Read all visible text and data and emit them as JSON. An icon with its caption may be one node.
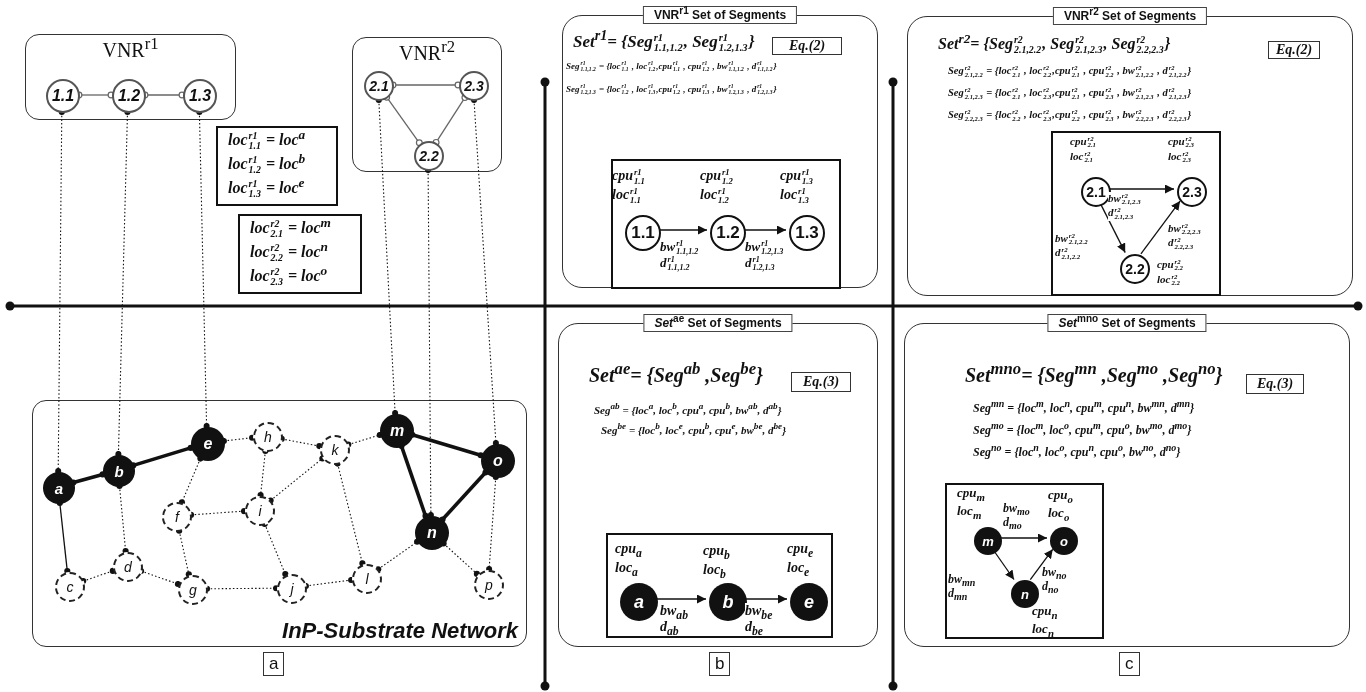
{
  "diagram": {
    "nodes": [
      {
        "text": [
          "VNR$^{r1}$"
        ]
      },
      {
        "text": [
          "1.1"
        ],
        "in": 0
      },
      {
        "text": [
          "1.2"
        ],
        "in": 0
      },
      {
        "text": [
          "1.3"
        ],
        "in": 0
      },
      {
        "text": [
          "VNR$^{r2}$"
        ]
      },
      {
        "text": [
          "2.1"
        ],
        "in": 4
      },
      {
        "text": [
          "2.3"
        ],
        "in": 4
      },
      {
        "text": [
          "2.2"
        ],
        "in": 4
      },
      {
        "text": [
          "loc$^{r1}$$_{1.1}$ = loc$^{a}$",
          "loc$^{r1}$$_{1.2}$ = loc$^{b}$",
          "loc$^{r1}$$_{1.3}$ = loc$^{e}$"
        ]
      },
      {
        "text": [
          "loc$^{r2}$$_{2.1}$ = loc$^{m}$",
          "loc$^{r2}$$_{2.2}$ = loc$^{n}$",
          "loc$^{r2}$$_{2.3}$ = loc$^{o}$"
        ]
      },
      {
        "text": [
          "InP-Substrate Network"
        ]
      },
      {
        "text": [
          "a"
        ],
        "in": 10
      },
      {
        "text": [
          "b"
        ],
        "in": 10
      },
      {
        "text": [
          "c"
        ],
        "in": 10
      },
      {
        "text": [
          "d"
        ],
        "in": 10
      },
      {
        "text": [
          "e"
        ],
        "in": 10
      },
      {
        "text": [
          "f"
        ],
        "in": 10
      },
      {
        "text": [
          "g"
        ],
        "in": 10
      },
      {
        "text": [
          "h"
        ],
        "in": 10
      },
      {
        "text": [
          "i"
        ],
        "in": 10
      },
      {
        "text": [
          "j"
        ],
        "in": 10
      },
      {
        "text": [
          "k"
        ],
        "in": 10
      },
      {
        "text": [
          "l"
        ],
        "in": 10
      },
      {
        "text": [
          "m"
        ],
        "in": 10
      },
      {
        "text": [
          "n"
        ],
        "in": 10
      },
      {
        "text": [
          "o"
        ],
        "in": 10
      },
      {
        "text": [
          "p"
        ],
        "in": 10
      },
      {
        "text": [
          "VNR$^{r1}$ Set of Segments",
          "Set$^{r1}$= {Seg$^{r1}$$_{1.1,1.2}$, Seg$^{r1}$$_{1.2,1.3}$}",
          "Seg$^{r1}$$_{1.1,1.2}$ = {loc$^{r1}$$_{1.1}$ , loc$^{r1}$$_{1.2}$,cpu$^{r1}$$_{1.1}$ , cpu$^{r1}$$_{1.2}$ , bw$^{r1}$$_{1.1,1.2}$ , d$^{r1}$$_{1.1,1.2}$}",
          "Seg$^{r1}$$_{1.2,1.3}$ = {loc$^{r1}$$_{1.2}$ , loc$^{r1}$$_{1.3}$,cpu$^{r1}$$_{1.2}$ , cpu$^{r1}$$_{1.3}$ , bw$^{r1}$$_{1.2,1.3}$ , d$^{r1}$$_{1.2,1.3}$}"
        ]
      },
      {
        "text": [
          "Eq.(2)"
        ],
        "in": 27
      },
      {
        "text": [],
        "shape": "box",
        "in": 27
      },
      {
        "text": [
          "1.1"
        ],
        "in": 29,
        "beside": [
          "cpu$^{r1}$$_{1.1}$",
          "loc$^{r1}$$_{1.1}$"
        ]
      },
      {
        "text": [
          "1.2"
        ],
        "in": 29,
        "beside": [
          "cpu$^{r1}$$_{1.2}$",
          "loc$^{r1}$$_{1.2}$"
        ]
      },
      {
        "text": [
          "1.3"
        ],
        "in": 29,
        "beside": [
          "cpu$^{r1}$$_{1.3}$",
          "loc$^{r1}$$_{1.3}$"
        ]
      },
      {
        "text": [
          "VNR$^{r2}$ Set of Segments",
          "Set$^{r2}$= {Seg$^{r2}$$_{2.1,2.2}$, Seg$^{r2}$$_{2.1,2.3}$, Seg$^{r2}$$_{2.2,2.3}$}",
          "Seg$^{r2}$$_{2.1,2.2}$ = {loc$^{r2}$$_{2.1}$ , loc$^{r2}$$_{2.2}$,cpu$^{r2}$$_{2.1}$ , cpu$^{r2}$$_{2.2}$ , bw$^{r2}$$_{2.1,2.2}$ , d$^{r2}$$_{2.1,2.2}$}",
          "Seg$^{r2}$$_{2.1,2.3}$ = {loc$^{r2}$$_{2.1}$ , loc$^{r2}$$_{2.3}$,cpu$^{r2}$$_{2.1}$ , cpu$^{r2}$$_{2.3}$ , bw$^{r2}$$_{2.1,2.3}$ , d$^{r2}$$_{2.1,2.3}$}",
          "Seg$^{r2}$$_{2.2,2.3}$ = {loc$^{r2}$$_{2.2}$ , loc$^{r2}$$_{2.3}$,cpu$^{r2}$$_{2.2}$ , cpu$^{r2}$$_{2.3}$ , bw$^{r2}$$_{2.2,2.3}$ , d$^{r2}$$_{2.2,2.3}$}"
        ]
      },
      {
        "text": [
          "Eq.(2)"
        ],
        "in": 33
      },
      {
        "text": [],
        "shape": "box",
        "in": 33
      },
      {
        "text": [
          "2.1"
        ],
        "in": 35,
        "beside": [
          "cpu$^{r2}$$_{2.1}$",
          "loc$^{r2}$$_{2.1}$"
        ]
      },
      {
        "text": [
          "2.3"
        ],
        "in": 35,
        "beside": [
          "cpu$^{r2}$$_{2.3}$",
          "loc$^{r2}$$_{2.3}$"
        ]
      },
      {
        "text": [
          "2.2"
        ],
        "in": 35,
        "beside": [
          "cpu$^{r2}$$_{2.2}$",
          "loc$^{r2}$$_{2.2}$"
        ]
      },
      {
        "text": [
          "*Set*$^{ae}$ Set of Segments",
          "Set$^{ae}$= {Seg$^{ab}$ ,Seg$^{be}$}",
          "Seg$^{ab}$ = {loc$^{a}$, loc$^{b}$, cpu$^{a}$, cpu$^{b}$, bw$^{ab}$, d$^{ab}$}",
          "Seg$^{be}$ = {loc$^{b}$, loc$^{e}$, cpu$^{b}$, cpu$^{e}$, bw$^{be}$, d$^{be}$}"
        ]
      },
      {
        "text": [
          "Eq.(3)"
        ],
        "in": 39
      },
      {
        "text": [],
        "shape": "box",
        "in": 39
      },
      {
        "text": [
          "a"
        ],
        "in": 41,
        "beside": [
          "cpu$_{a}$",
          "loc$_{a}$"
        ]
      },
      {
        "text": [
          "b"
        ],
        "in": 41,
        "beside": [
          "cpu$_{b}$",
          "loc$_{b}$"
        ]
      },
      {
        "text": [
          "e"
        ],
        "in": 41,
        "beside": [
          "cpu$_{e}$",
          "loc$_{e}$"
        ]
      },
      {
        "text": [
          "*Set*$^{mno}$ Set of Segments",
          "Set$^{mno}$= {Seg$^{mn}$ ,Seg$^{mo}$ ,Seg$^{no}$}",
          "Seg$^{mn}$ = {loc$^{m}$, loc$^{n}$, cpu$^{m}$, cpu$^{n}$, bw$^{mn}$, d$^{mn}$}",
          "Seg$^{mo}$ = {loc$^{m}$, loc$^{o}$, cpu$^{m}$, cpu$^{o}$, bw$^{mo}$, d$^{mo}$}",
          "Seg$^{no}$ = {loc$^{n}$, loc$^{o}$, cpu$^{n}$, cpu$^{o}$, bw$^{no}$, d$^{no}$}"
        ]
      },
      {
        "text": [
          "Eq.(3)"
        ],
        "in": 45
      },
      {
        "text": [],
        "shape": "box",
        "in": 45
      },
      {
        "text": [
          "m"
        ],
        "in": 47,
        "beside": [
          "cpu$_{m}$",
          "loc$_{m}$"
        ]
      },
      {
        "text": [
          "o"
        ],
        "in": 47,
        "beside": [
          "cpu$_{o}$",
          "loc$_{o}$"
        ]
      },
      {
        "text": [
          "n"
        ],
        "in": 47,
        "beside": [
          "cpu$_{n}$",
          "loc$_{n}$"
        ]
      }
    ],
    "edges": [
      {
        "from": 1,
        "to": 2,
        "arrow": "other",
        "color": "#666666"
      },
      {
        "from": 2,
        "to": 3,
        "arrow": "other",
        "color": "#666666"
      },
      {
        "from": 5,
        "to": 6,
        "arrow": "other",
        "color": "#666666"
      },
      {
        "from": 5,
        "to": 7,
        "arrow": "other",
        "color": "#666666"
      },
      {
        "from": 7,
        "to": 6,
        "arrow": "other",
        "color": "#666666"
      },
      {
        "from": 1,
        "to": 11,
        "arrow": "other",
        "style": "dashed"
      },
      {
        "from": 2,
        "to": 12,
        "arrow": "other",
        "style": "dashed"
      },
      {
        "from": 3,
        "to": 15,
        "arrow": "other",
        "style": "dashed"
      },
      {
        "from": 5,
        "to": 23,
        "arrow": "other",
        "style": "dashed"
      },
      {
        "from": 7,
        "to": 24,
        "arrow": "other",
        "style": "dashed"
      },
      {
        "from": 6,
        "to": 25,
        "arrow": "other",
        "style": "dashed"
      },
      {
        "from": 11,
        "to": 12,
        "arrow": "other",
        "style": "thick"
      },
      {
        "from": 12,
        "to": 15,
        "arrow": "other",
        "style": "thick"
      },
      {
        "from": 23,
        "to": 25,
        "arrow": "other",
        "style": "thick"
      },
      {
        "from": 23,
        "to": 24,
        "arrow": "other",
        "style": "thick"
      },
      {
        "from": 24,
        "to": 25,
        "arrow": "other",
        "style": "thick"
      },
      {
        "from": 11,
        "to": 13,
        "arrow": "other"
      },
      {
        "from": 13,
        "to": 14,
        "arrow": "other",
        "style": "dashed"
      },
      {
        "from": 12,
        "to": 14,
        "arrow": "other",
        "style": "dashed"
      },
      {
        "from": 14,
        "to": 17,
        "arrow": "other",
        "style": "dashed"
      },
      {
        "from": 15,
        "to": 16,
        "arrow": "other",
        "style": "dashed"
      },
      {
        "from": 15,
        "to": 18,
        "arrow": "other",
        "style": "dashed"
      },
      {
        "from": 16,
        "to": 19,
        "arrow": "other",
        "style": "dashed"
      },
      {
        "from": 16,
        "to": 17,
        "arrow": "other",
        "style": "dashed"
      },
      {
        "from": 18,
        "to": 21,
        "arrow": "other",
        "style": "dashed"
      },
      {
        "from": 18,
        "to": 19,
        "arrow": "other",
        "style": "dashed"
      },
      {
        "from": 19,
        "to": 21,
        "arrow": "other",
        "style": "dashed"
      },
      {
        "from": 19,
        "to": 20,
        "arrow": "other",
        "style": "dashed"
      },
      {
        "from": 17,
        "to": 20,
        "arrow": "other",
        "style": "dashed"
      },
      {
        "from": 20,
        "to": 22,
        "arrow": "other",
        "style": "dashed"
      },
      {
        "from": 21,
        "to": 22,
        "arrow": "other",
        "style": "dashed"
      },
      {
        "from": 21,
        "to": 23,
        "arrow": "other",
        "style": "dashed"
      },
      {
        "from": 22,
        "to": 24,
        "arrow": "other",
        "style": "dashed"
      },
      {
        "from": 24,
        "to": 26,
        "arrow": "other",
        "style": "dashed"
      },
      {
        "from": 25,
        "to": 26,
        "arrow": "other",
        "style": "dashed"
      },
      {
        "from": 30,
        "to": 31,
        "arrow": "to",
        "label": "bw$^{r1}$$_{1.1,1.2}$ d$^{r1}$$_{1.1,1.2}$"
      },
      {
        "from": 31,
        "to": 32,
        "arrow": "to",
        "label": "bw$^{r1}$$_{1.2,1.3}$ d$^{r1}$$_{1.2,1.3}$"
      },
      {
        "from": 36,
        "to": 37,
        "arrow": "to",
        "label": "bw$^{r2}$$_{2.1,2.3}$ d$^{r2}$$_{2.1,2.3}$"
      },
      {
        "from": 36,
        "to": 38,
        "arrow": "to",
        "label": "bw$^{r2}$$_{2.1,2.2}$ d$^{r2}$$_{2.1,2.2}$"
      },
      {
        "from": 38,
        "to": 37,
        "arrow": "to",
        "label": "bw$^{r2}$$_{2.2,2.3}$ d$^{r2}$$_{2.2,2.3}$"
      },
      {
        "from": 42,
        "to": 43,
        "arrow": "to",
        "label": "bw$_{ab}$ d$_{ab}$"
      },
      {
        "from": 43,
        "to": 44,
        "arrow": "to",
        "label": "bw$_{be}$ d$_{be}$"
      },
      {
        "from": 48,
        "to": 49,
        "arrow": "to",
        "label": "bw$_{mo}$ d$_{mo}$"
      },
      {
        "from": 48,
        "to": 50,
        "arrow": "to",
        "label": "bw$_{mn}$ d$_{mn}$"
      },
      {
        "from": 50,
        "to": 49,
        "arrow": "to",
        "label": "bw$_{no}$ d$_{no}$"
      }
    ],
    "labels": [
      "a",
      "b",
      "c"
    ]
  }
}
